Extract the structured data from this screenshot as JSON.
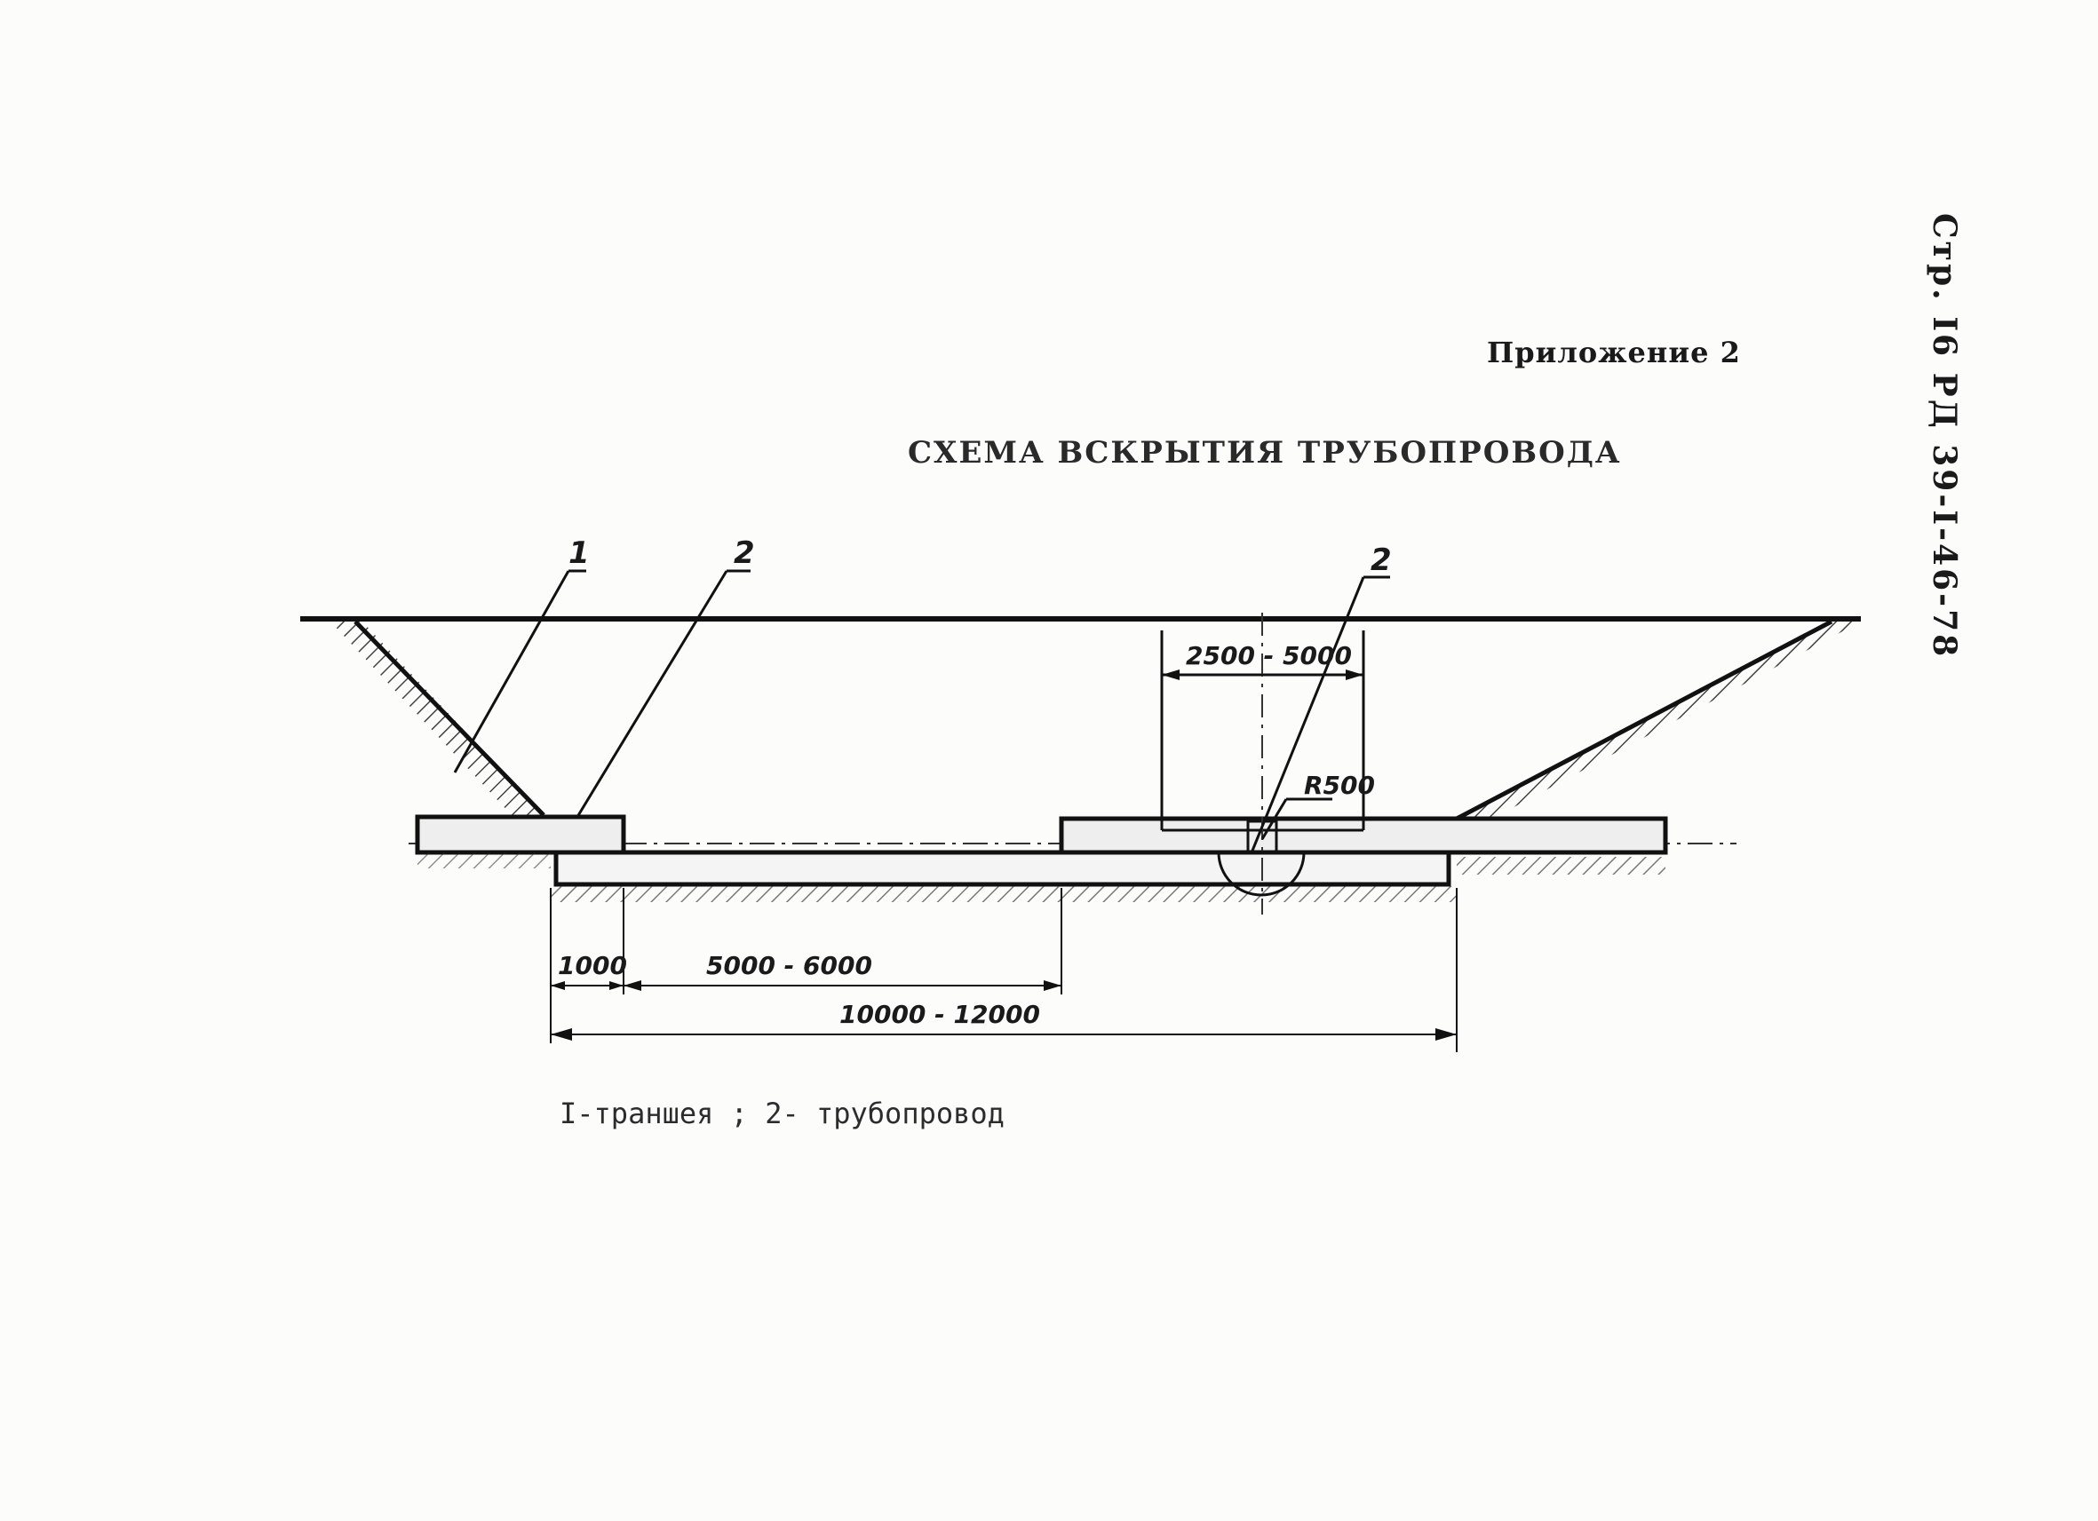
{
  "header": {
    "side_reference": "Стр. I6 РД 39-I-46-78",
    "appendix": "Приложение 2"
  },
  "diagram": {
    "title": "СХЕМА ВСКРЫТИЯ ТРУБОПРОВОДА",
    "callouts": [
      "1",
      "2",
      "2"
    ],
    "dimensions": {
      "pit_width": "2500 - 5000",
      "radius": "R500",
      "offset": "1000",
      "cut_length": "5000 - 6000",
      "trench_length": "10000 - 12000"
    }
  },
  "legend": {
    "text": "I-траншея ; 2- трубопровод"
  }
}
